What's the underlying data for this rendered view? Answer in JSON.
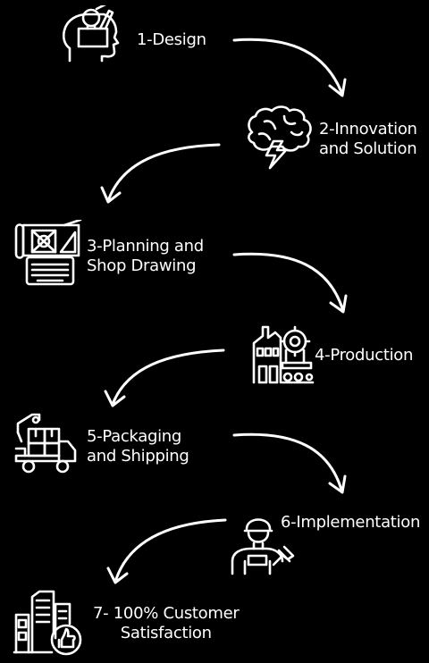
{
  "colors": {
    "background": "#000000",
    "foreground": "#ffffff"
  },
  "steps": [
    {
      "label_lines": [
        "1-Design"
      ],
      "icon": "head-design-icon"
    },
    {
      "label_lines": [
        "2-Innovation",
        "and Solution"
      ],
      "icon": "brain-lightning-icon"
    },
    {
      "label_lines": [
        "3-Planning and",
        "Shop Drawing"
      ],
      "icon": "blueprint-typewriter-icon"
    },
    {
      "label_lines": [
        "4-Production"
      ],
      "icon": "factory-icon"
    },
    {
      "label_lines": [
        "5-Packaging",
        "and Shipping"
      ],
      "icon": "delivery-truck-icon"
    },
    {
      "label_lines": [
        "6-Implementation"
      ],
      "icon": "worker-hammer-icon"
    },
    {
      "label_lines": [
        "7- 100% Customer",
        "Satisfaction"
      ],
      "icon": "buildings-thumbs-up-icon"
    }
  ]
}
